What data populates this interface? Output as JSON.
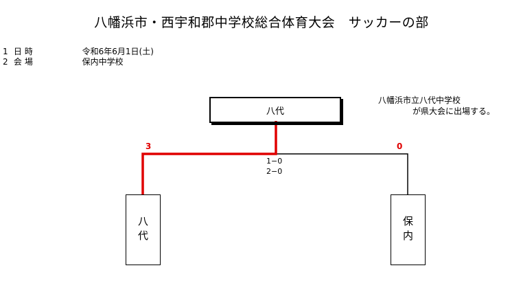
{
  "title": "八幡浜市・西宇和郡中学校総合体育大会　サッカーの部",
  "info": [
    {
      "num": "1",
      "label": "日時",
      "value": "令和6年6月1日(土)"
    },
    {
      "num": "2",
      "label": "会場",
      "value": "保内中学校"
    }
  ],
  "note": {
    "line1": "八幡浜市立八代中学校",
    "line2": "が県大会に出場する。"
  },
  "winner": "八代",
  "teams": [
    {
      "name": "八代",
      "score": "3"
    },
    {
      "name": "保内",
      "score": "0"
    }
  ],
  "results": [
    "1−0",
    "2−0"
  ],
  "colors": {
    "winning_line": "#e00000",
    "line": "#000000"
  }
}
